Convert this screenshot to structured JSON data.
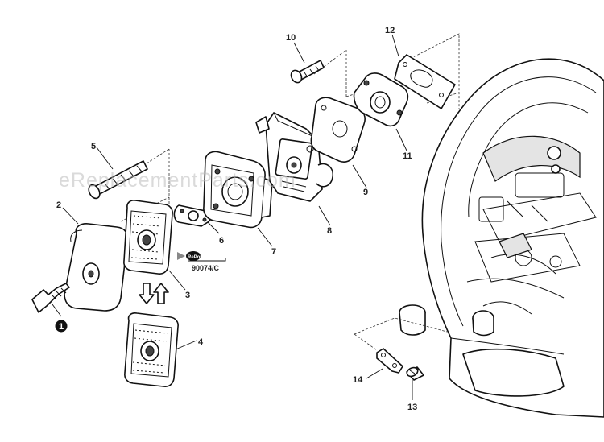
{
  "watermark": "eReplacementParts.com",
  "callouts": {
    "c1": "1",
    "c2": "2",
    "c3": "3",
    "c4": "4",
    "c5": "5",
    "c6": "6",
    "c7": "7",
    "c8": "8",
    "c9": "9",
    "c10": "10",
    "c11": "11",
    "c12": "12",
    "c13": "13",
    "c14": "14"
  },
  "repower": {
    "logo": "RePower",
    "code": "90074/C"
  }
}
